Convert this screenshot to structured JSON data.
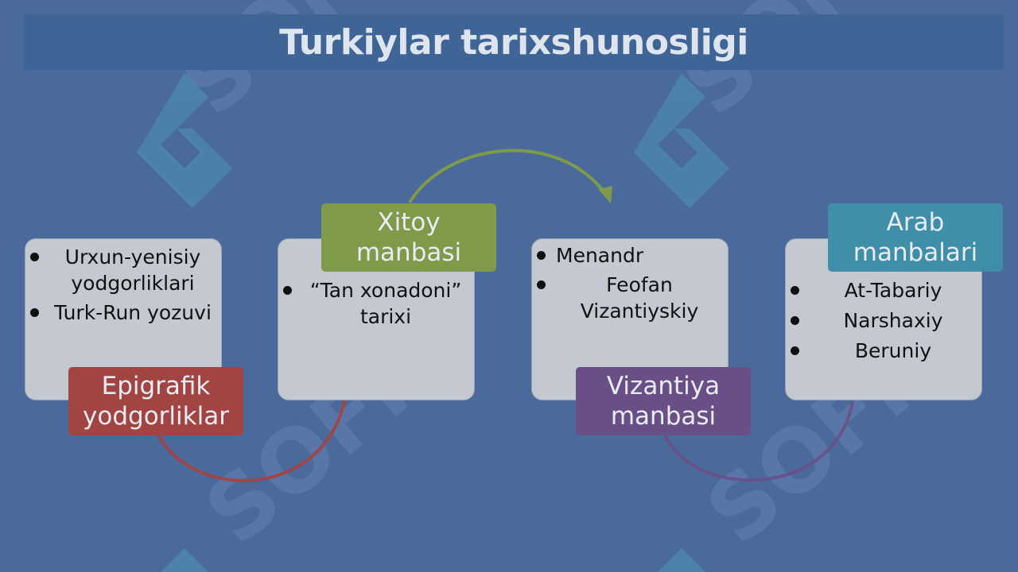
{
  "title": "Turkiylar tarixshunosligi",
  "watermark_text": "SOFF",
  "colors": {
    "background": "#4a6a9c",
    "title_bar": "#3f6496",
    "card": "#c4c8d0",
    "epigrafik": "#a24442",
    "xitoy": "#7f9a48",
    "vizantiya": "#6a4f86",
    "arab": "#3f8fa8"
  },
  "nodes": [
    {
      "label": "Epigrafik yodgorliklar",
      "items": [
        "Urxun-yenisiy yodgorliklari",
        "Turk-Run yozuvi"
      ]
    },
    {
      "label": "Xitoy manbasi",
      "items": [
        "“Tan xonadoni” tarixi"
      ]
    },
    {
      "label": "Vizantiya manbasi",
      "items": [
        "Menandr",
        "Feofan Vizantiyskiy"
      ]
    },
    {
      "label": "Arab manbalari",
      "items": [
        "At-Tabariy",
        "Narshaxiy",
        "Beruniy"
      ]
    }
  ]
}
